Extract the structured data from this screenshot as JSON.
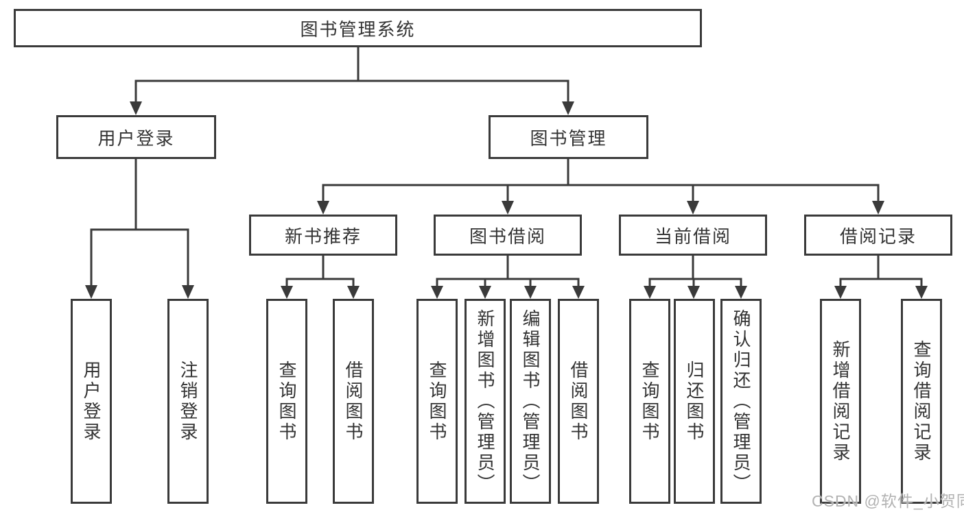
{
  "diagram": {
    "root": {
      "label": "图书管理系统"
    },
    "level2": [
      {
        "label": "用户登录"
      },
      {
        "label": "图书管理"
      }
    ],
    "level3": [
      {
        "label": "新书推荐"
      },
      {
        "label": "图书借阅"
      },
      {
        "label": "当前借阅"
      },
      {
        "label": "借阅记录"
      }
    ],
    "leaves": [
      {
        "label": "用户登录"
      },
      {
        "label": "注销登录"
      },
      {
        "label": "查询图书"
      },
      {
        "label": "借阅图书"
      },
      {
        "label": "查询图书"
      },
      {
        "label": "新增图书（管理员）"
      },
      {
        "label": "编辑图书（管理员）"
      },
      {
        "label": "借阅图书"
      },
      {
        "label": "查询图书"
      },
      {
        "label": "归还图书"
      },
      {
        "label": "确认归还（管理员）"
      },
      {
        "label": "新增借阅记录"
      },
      {
        "label": "查询借阅记录"
      }
    ]
  },
  "watermark": {
    "text": "CSDN @软件_小贺同学"
  },
  "colors": {
    "line": "#3a3a3a",
    "text": "#333333",
    "watermark": "#b2b2b2",
    "background": "#ffffff"
  }
}
